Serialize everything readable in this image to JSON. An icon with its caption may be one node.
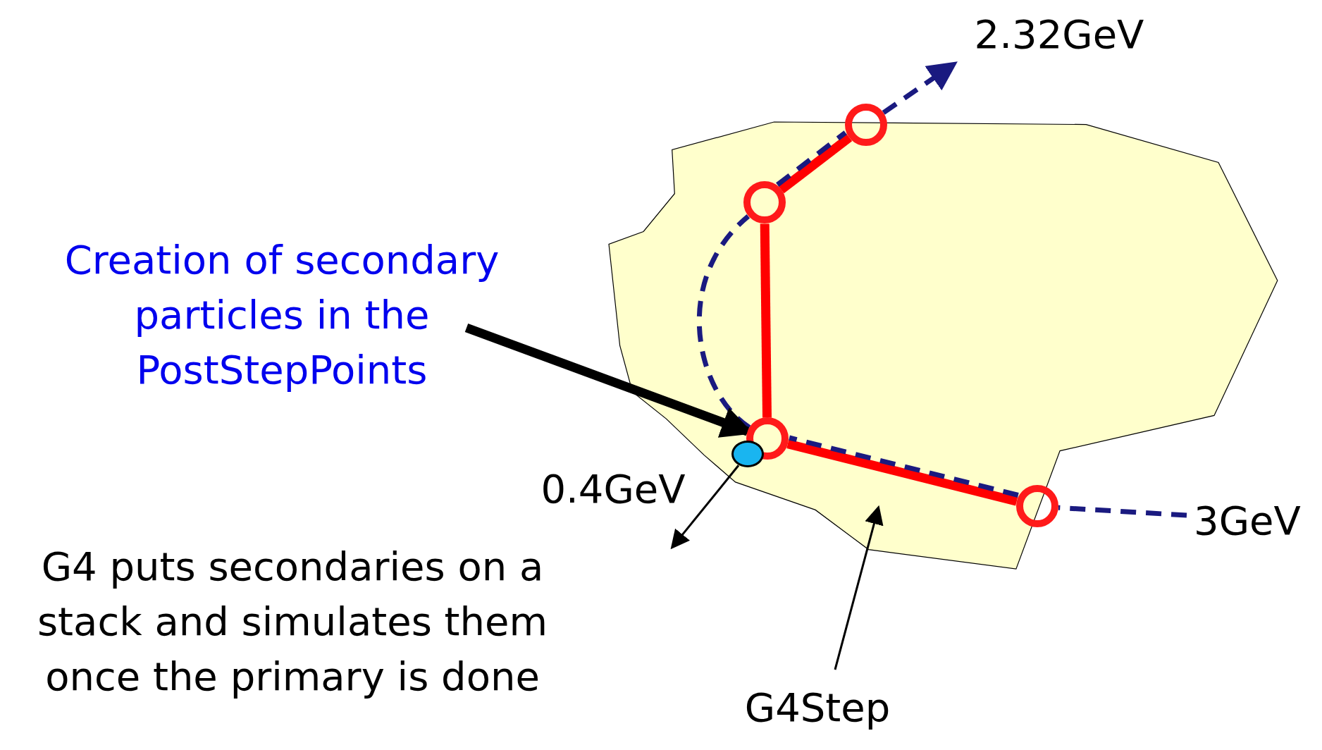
{
  "diagram": {
    "nodes": [
      {
        "text": [],
        "shape": "polygon"
      },
      {
        "text": [],
        "shape": "circle",
        "in": 0
      },
      {
        "text": [],
        "shape": "circle",
        "in": 0
      },
      {
        "text": [],
        "shape": "circle",
        "in": 0
      },
      {
        "text": [],
        "shape": "circle"
      },
      {
        "text": [],
        "shape": "circle",
        "in": 0
      },
      {
        "text": [
          "Creation of secondary particles in the PostStepPoints"
        ]
      },
      {
        "text": [
          "G4Step"
        ]
      },
      {
        "text": [
          "3GeV"
        ]
      },
      {
        "text": [
          "2.32GeV"
        ]
      }
    ],
    "edges": [
      {
        "from": 1,
        "to": 2,
        "arrow": "none",
        "style": "thick",
        "color": "#ff0000"
      },
      {
        "from": 2,
        "to": 3,
        "arrow": "none",
        "style": "thick",
        "color": "#ff0000"
      },
      {
        "from": 3,
        "to": 4,
        "arrow": "none",
        "style": "thick",
        "color": "#ff0000"
      },
      {
        "from": 8,
        "to": 1,
        "arrow": "none",
        "style": "dashed",
        "color": "#1a1a80"
      },
      {
        "from": 1,
        "to": 2,
        "arrow": "none",
        "style": "dashed",
        "color": "#1a1a80"
      },
      {
        "from": 2,
        "to": 3,
        "arrow": "none",
        "style": "dashed",
        "color": "#1a1a80"
      },
      {
        "from": 3,
        "to": 4,
        "arrow": "none",
        "style": "dashed",
        "color": "#1a1a80"
      },
      {
        "from": 4,
        "to": 9,
        "arrow": "to",
        "style": "dashed",
        "color": "#1a1a80"
      },
      {
        "from": 5,
        "to": null,
        "arrow": "to",
        "color": "#000000"
      },
      {
        "from": 6,
        "to": 2,
        "arrow": "to",
        "style": "thick",
        "color": "#000000"
      },
      {
        "from": 7,
        "to": 0,
        "arrow": "to",
        "color": "#000000"
      }
    ],
    "labels": [
      "0.4GeV",
      "G4 puts secondaries on a stack and simulates them once the primary is done"
    ]
  }
}
